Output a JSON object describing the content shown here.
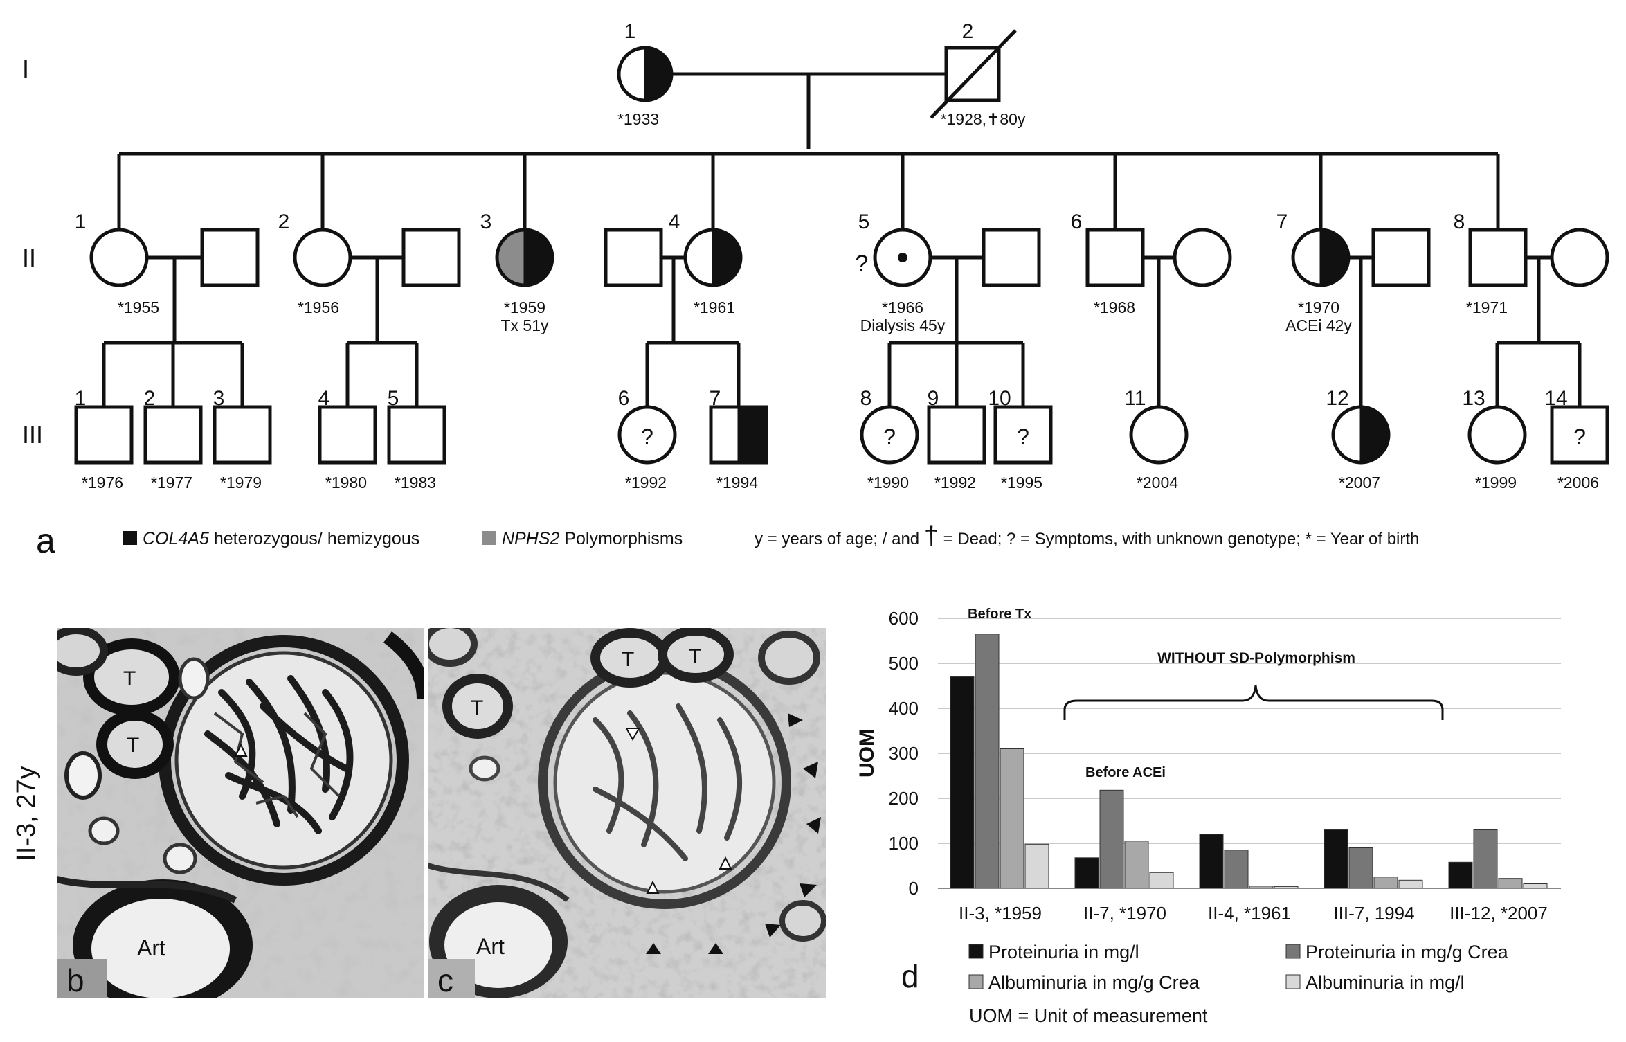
{
  "panel_letters": {
    "a": "a",
    "b": "b",
    "c": "c",
    "d": "d"
  },
  "generations": [
    "I",
    "II",
    "III"
  ],
  "pedigree": {
    "gen1": [
      {
        "num": "1",
        "sex": "F",
        "fill": "half-black",
        "note": "*1933"
      },
      {
        "num": "2",
        "sex": "M",
        "fill": "none",
        "dead": true,
        "note": "*1928,✝80y"
      }
    ],
    "gen2": [
      {
        "num": "1",
        "note": "*1955"
      },
      {
        "num": "2",
        "note": "*1956"
      },
      {
        "num": "3",
        "note": "*1959",
        "note2": "Tx 51y"
      },
      {
        "num": "4",
        "note": "*1961"
      },
      {
        "num": "5",
        "note": "*1966",
        "note2": "Dialysis 45y",
        "mark": "?"
      },
      {
        "num": "6",
        "note": "*1968"
      },
      {
        "num": "7",
        "note": "*1970",
        "note2": "ACEi 42y"
      },
      {
        "num": "8",
        "note": "*1971"
      }
    ],
    "gen3": [
      {
        "num": "1",
        "note": "*1976"
      },
      {
        "num": "2",
        "note": "*1977"
      },
      {
        "num": "3",
        "note": "*1979"
      },
      {
        "num": "4",
        "note": "*1980"
      },
      {
        "num": "5",
        "note": "*1983"
      },
      {
        "num": "6",
        "note": "*1992",
        "mark": "?"
      },
      {
        "num": "7",
        "note": "*1994"
      },
      {
        "num": "8",
        "note": "*1990",
        "mark": "?"
      },
      {
        "num": "9",
        "note": "*1992"
      },
      {
        "num": "10",
        "note": "*1995",
        "mark": "?"
      },
      {
        "num": "11",
        "note": "*2004"
      },
      {
        "num": "12",
        "note": "*2007"
      },
      {
        "num": "13",
        "note": "*1999"
      },
      {
        "num": "14",
        "note": "*2006",
        "mark": "?"
      }
    ]
  },
  "legend": {
    "col4a5_gene": "COL4A5",
    "col4a5_text": " heterozygous/ hemizygous",
    "nphs2_gene": "NPHS2",
    "nphs2_text": " Polymorphisms",
    "key_part1": "y = years of age; / and ",
    "key_dagger": "†",
    "key_part2": " = Dead; ? = Symptoms, with unknown genotype; * = Year of birth"
  },
  "micrograph": {
    "side_label": "II-3, 27y",
    "left_labels": [
      "T",
      "T",
      "Art"
    ],
    "right_labels": [
      "T",
      "T",
      "T",
      "Art"
    ]
  },
  "colors": {
    "proteinuria_mgl": "#111111",
    "proteinuria_mgg": "#777777",
    "albuminuria_mgg": "#a8a8a8",
    "albuminuria_mgl": "#d8d8d8",
    "nphs2_grey": "#8c8c8c"
  },
  "chart_data": {
    "type": "bar",
    "categories": [
      "II-3, *1959",
      "II-7, *1970",
      "II-4, *1961",
      "III-7, 1994",
      "III-12, *2007"
    ],
    "series": [
      {
        "name": "Proteinuria in mg/l",
        "values": [
          470,
          68,
          120,
          130,
          58
        ]
      },
      {
        "name": "Proteinuria in mg/g Crea",
        "values": [
          565,
          218,
          85,
          90,
          130
        ]
      },
      {
        "name": "Albuminuria in mg/g Crea",
        "values": [
          310,
          105,
          5,
          25,
          22
        ]
      },
      {
        "name": "Albuminuria in mg/l",
        "values": [
          98,
          35,
          4,
          18,
          10
        ]
      }
    ],
    "ylabel": "UOM",
    "ylim": [
      0,
      600
    ],
    "yticks": [
      0,
      100,
      200,
      300,
      400,
      500,
      600
    ],
    "grid": true,
    "annotations": {
      "before_tx": "Before Tx",
      "before_acei": "Before ACEi",
      "bracket": "WITHOUT SD-Polymorphism"
    },
    "legend_position": "bottom",
    "uom_note": "UOM = Unit of measurement"
  }
}
